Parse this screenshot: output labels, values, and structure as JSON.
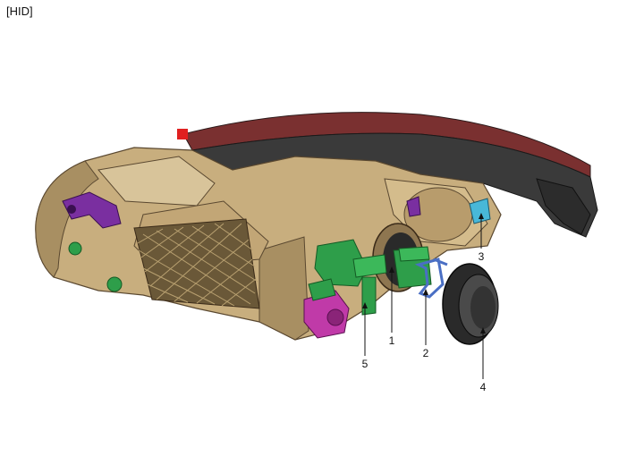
{
  "header": {
    "label": "[HID]"
  },
  "callouts": [
    {
      "id": "1",
      "label": "1"
    },
    {
      "id": "2",
      "label": "2"
    },
    {
      "id": "3",
      "label": "3"
    },
    {
      "id": "4",
      "label": "4"
    },
    {
      "id": "5",
      "label": "5"
    }
  ],
  "colors": {
    "housing": "#c8ae7e",
    "housing_shadow": "#8e7650",
    "lens_strip": "#7a3030",
    "black_trim": "#3a3a3a",
    "mesh": "#5a4a32",
    "green_part": "#2e9e4a",
    "blue_bracket": "#4a6fc4",
    "magenta_part": "#c03aa8",
    "purple_part": "#7a2fa0",
    "cyan_part": "#48b8d8",
    "cap": "#2a2a2a"
  }
}
